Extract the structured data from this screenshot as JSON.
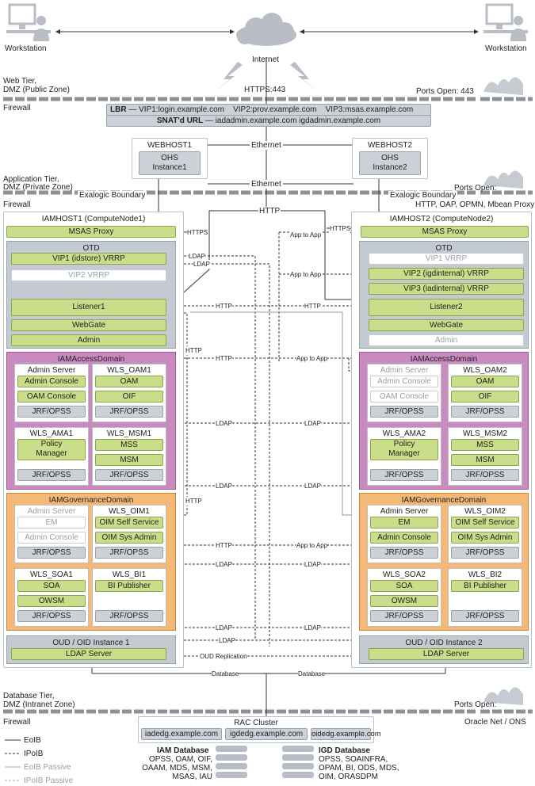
{
  "top": {
    "workstation_left": "Workstation",
    "workstation_right": "Workstation",
    "internet": "Internet",
    "https": "HTTPS:443"
  },
  "web_tier": {
    "title1": "Web Tier,",
    "title2": "DMZ (Public Zone)",
    "ports": "Ports Open: 443",
    "firewall": "Firewall",
    "lbr_label": "LBR",
    "lbr_vip1": "— VIP1:login.example.com",
    "lbr_vip2": "VIP2:prov.example.com",
    "lbr_vip3": "VIP3:msas.example.com",
    "snat_label": "SNAT'd URL",
    "snat_urls": "— iadadmin.example.com  igdadmin.example.com",
    "webhost1": "WEBHOST1",
    "webhost2": "WEBHOST2",
    "ohs1": "OHS\nInstance1",
    "ohs1_a": "OHS",
    "ohs1_b": "Instance1",
    "ohs2_a": "OHS",
    "ohs2_b": "Instance2",
    "ethernet_top": "Ethernet",
    "ethernet_bottom": "Ethernet"
  },
  "app_tier": {
    "title1": "Application Tier,",
    "title2": "DMZ (Private Zone)",
    "exalogic_left": "Exalogic Boundary",
    "exalogic_right": "Exalogic Boundary",
    "ports": "Ports Open:",
    "ports_list": "HTTP, OAP, OPMN, Mbean Proxy",
    "firewall": "Firewall"
  },
  "host1": {
    "title": "IAMHOST1 (ComputeNode1)",
    "msas": "MSAS Proxy",
    "otd": "OTD",
    "vip1": "VIP1 (idstore) VRRP",
    "vip2": "VIP2 VRRP",
    "listener": "Listener1",
    "webgate": "WebGate",
    "admin": "Admin",
    "access_domain": "IAMAccessDomain",
    "admin_server": "Admin Server",
    "admin_console": "Admin Console",
    "oam_console": "OAM Console",
    "jrf": "JRF/OPSS",
    "wls_oam": "WLS_OAM1",
    "oam": "OAM",
    "oif": "OIF",
    "wls_ama": "WLS_AMA1",
    "policy_manager_1": "Policy",
    "policy_manager_2": "Manager",
    "wls_msm": "WLS_MSM1",
    "mss": "MSS",
    "msm": "MSM",
    "gov_domain": "IAMGovernanceDomain",
    "gov_admin_server": "Admin Server",
    "em": "EM",
    "gov_admin_console": "Admin Console",
    "wls_oim": "WLS_OIM1",
    "oim_self": "OIM Self Service",
    "oim_sys": "OIM Sys Admin",
    "wls_soa": "WLS_SOA1",
    "soa": "SOA",
    "owsm": "OWSM",
    "wls_bi": "WLS_BI1",
    "bi_publisher": "BI Publisher",
    "oud": "OUD / OID Instance 1",
    "ldap_server": "LDAP Server"
  },
  "host2": {
    "title": "IAMHOST2 (ComputeNode2)",
    "msas": "MSAS Proxy",
    "otd": "OTD",
    "vip1": "VIP1 VRRP",
    "vip2": "VIP2 (igdinternal) VRRP",
    "vip3": "VIP3 (iadinternal) VRRP",
    "listener": "Listener2",
    "webgate": "WebGate",
    "admin": "Admin",
    "access_domain": "IAMAccessDomain",
    "admin_server": "Admin Server",
    "admin_console": "Admin Console",
    "oam_console": "OAM Console",
    "jrf": "JRF/OPSS",
    "wls_oam": "WLS_OAM2",
    "oam": "OAM",
    "oif": "OIF",
    "wls_ama": "WLS_AMA2",
    "policy_manager_1": "Policy",
    "policy_manager_2": "Manager",
    "wls_msm": "WLS_MSM2",
    "mss": "MSS",
    "msm": "MSM",
    "gov_domain": "IAMGovernanceDomain",
    "gov_admin_server": "Admin Server",
    "em": "EM",
    "gov_admin_console": "Admin Console",
    "wls_oim": "WLS_OIM2",
    "oim_self": "OIM Self Service",
    "oim_sys": "OIM Sys Admin",
    "wls_soa": "WLS_SOA2",
    "soa": "SOA",
    "owsm": "OWSM",
    "wls_bi": "WLS_BI2",
    "bi_publisher": "BI Publisher",
    "oud": "OUD / OID Instance 2",
    "ldap_server": "LDAP Server"
  },
  "links": {
    "http": "HTTP",
    "https": "HTTPS",
    "ldap": "LDAP",
    "app_to_app": "App to App",
    "oud_replication": "OUD Replication",
    "database": "Database"
  },
  "db_tier": {
    "title1": "Database Tier,",
    "title2": "DMZ (Intranet Zone)",
    "ports": "Ports Open:",
    "ports_list": "Oracle Net / ONS",
    "firewall": "Firewall",
    "rac": "RAC Cluster",
    "rac1": "iadedg.example.com",
    "rac2": "igdedg.example.com",
    "rac3": "oidedg.example.com",
    "iam_db": "IAM Database",
    "iam_db_1": "OPSS, OAM, OIF,",
    "iam_db_2": "OAAM, MDS, MSM,",
    "iam_db_3": "MSAS, IAU",
    "igd_db": "IGD Database",
    "igd_db_1": "OPSS, SOAINFRA,",
    "igd_db_2": "OPAM, BI, ODS, MDS,",
    "igd_db_3": "OIM, ORASDPM"
  },
  "legend": {
    "eoib": "EoIB",
    "ipoib": "IPoIB",
    "eoib_passive": "EoIB Passive",
    "ipoib_passive": "IPoIB Passive"
  },
  "colors": {
    "green": "#c9dd8a",
    "access_domain": "#c98bbf",
    "governance_domain": "#f5b875",
    "otd": "#c4cad2",
    "firewall": "#8c9299"
  }
}
